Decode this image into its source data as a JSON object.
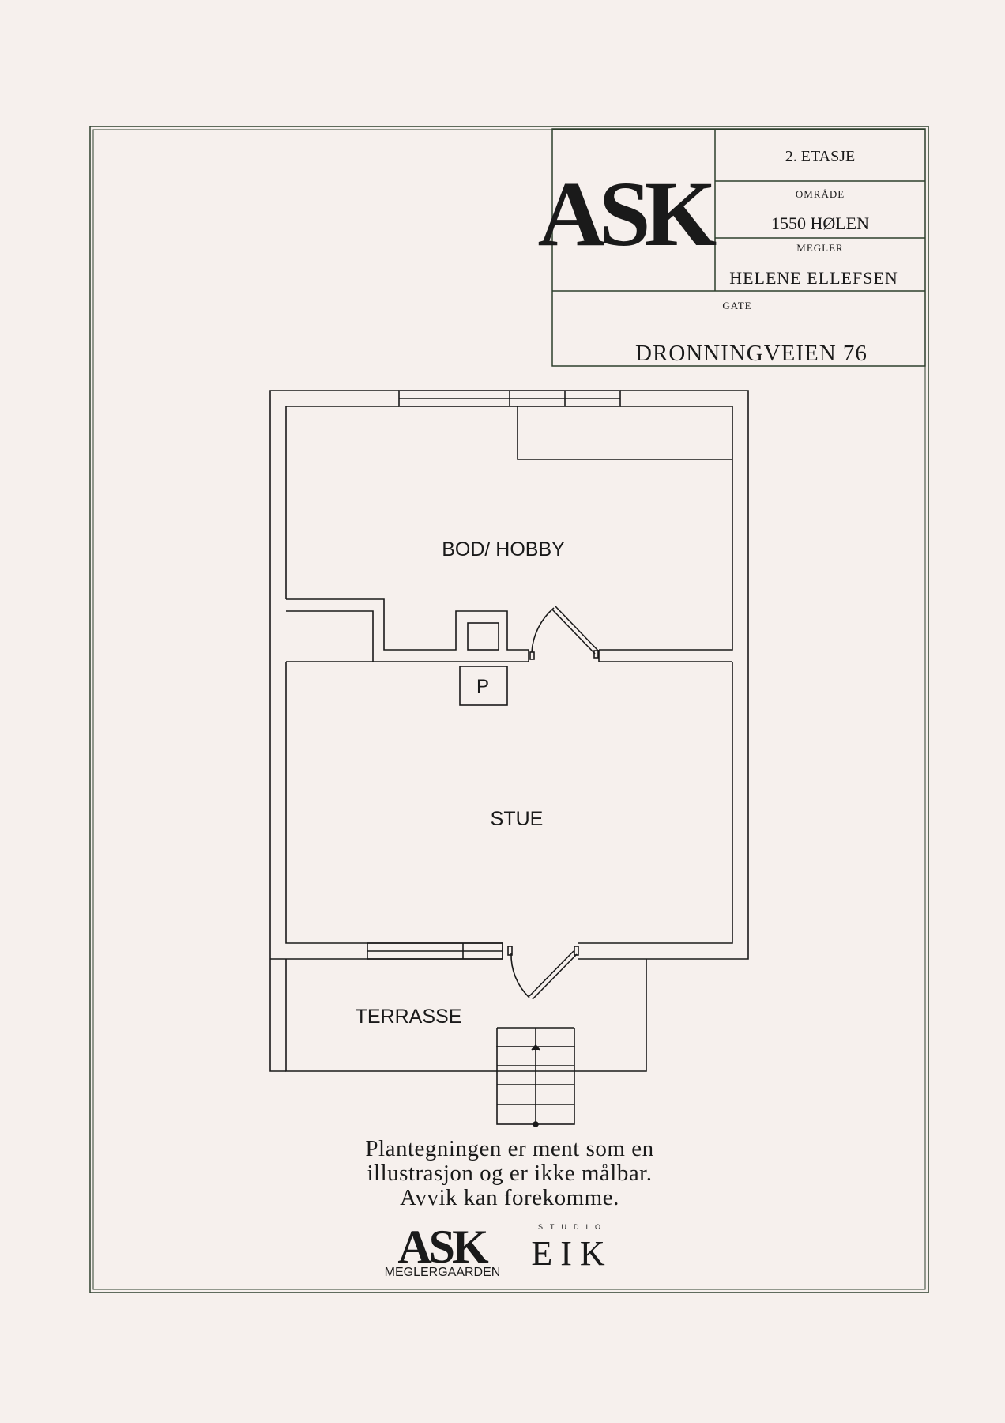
{
  "title_block": {
    "floor": "2. ETASJE",
    "area_label": "OMRÅDE",
    "area_value": "1550 HØLEN",
    "agent_label": "MEGLER",
    "agent_value": "HELENE ELLEFSEN",
    "street_label": "GATE",
    "street_value": "DRONNINGVEIEN 76",
    "logo_text": "ASK"
  },
  "rooms": {
    "storage": "BOD/ HOBBY",
    "living": "STUE",
    "terrace": "TERRASSE",
    "parking_symbol": "P"
  },
  "disclaimer": {
    "line1": "Plantegningen er ment som en",
    "line2": "illustrasjon og er ikke målbar.",
    "line3": "Avvik kan forekomme."
  },
  "footer": {
    "ask_logo": "ASK",
    "ask_sub": "MEGLERGAARDEN",
    "eik_top": "STUDIO",
    "eik_main": "EIK"
  },
  "colors": {
    "background": "#f6f0ed",
    "frame": "#2d3f2d",
    "ink": "#1a1a1a"
  }
}
